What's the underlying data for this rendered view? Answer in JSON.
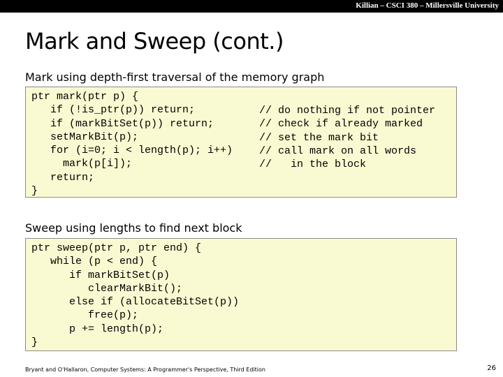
{
  "header": {
    "course_banner": "Killian – CSCI 380 – Millersville University"
  },
  "slide": {
    "title": "Mark and Sweep (cont.)"
  },
  "mark_section": {
    "heading": "Mark using depth-first traversal of the memory graph",
    "code": "ptr mark(ptr p) {\n   if (!is_ptr(p)) return;\n   if (markBitSet(p)) return;\n   setMarkBit(p);\n   for (i=0; i < length(p); i++)\n     mark(p[i]);\n   return;\n}",
    "comments": "// do nothing if not pointer\n// check if already marked\n// set the mark bit\n// call mark on all words\n//   in the block"
  },
  "sweep_section": {
    "heading": "Sweep using lengths to find next block",
    "code": "ptr sweep(ptr p, ptr end) {\n   while (p < end) {\n      if markBitSet(p)\n         clearMarkBit();\n      else if (allocateBitSet(p))\n         free(p);\n      p += length(p);\n}"
  },
  "footer": {
    "citation": "Bryant and O'Hallaron, Computer Systems: A Programmer's Perspective, Third Edition",
    "page_number": "26"
  }
}
